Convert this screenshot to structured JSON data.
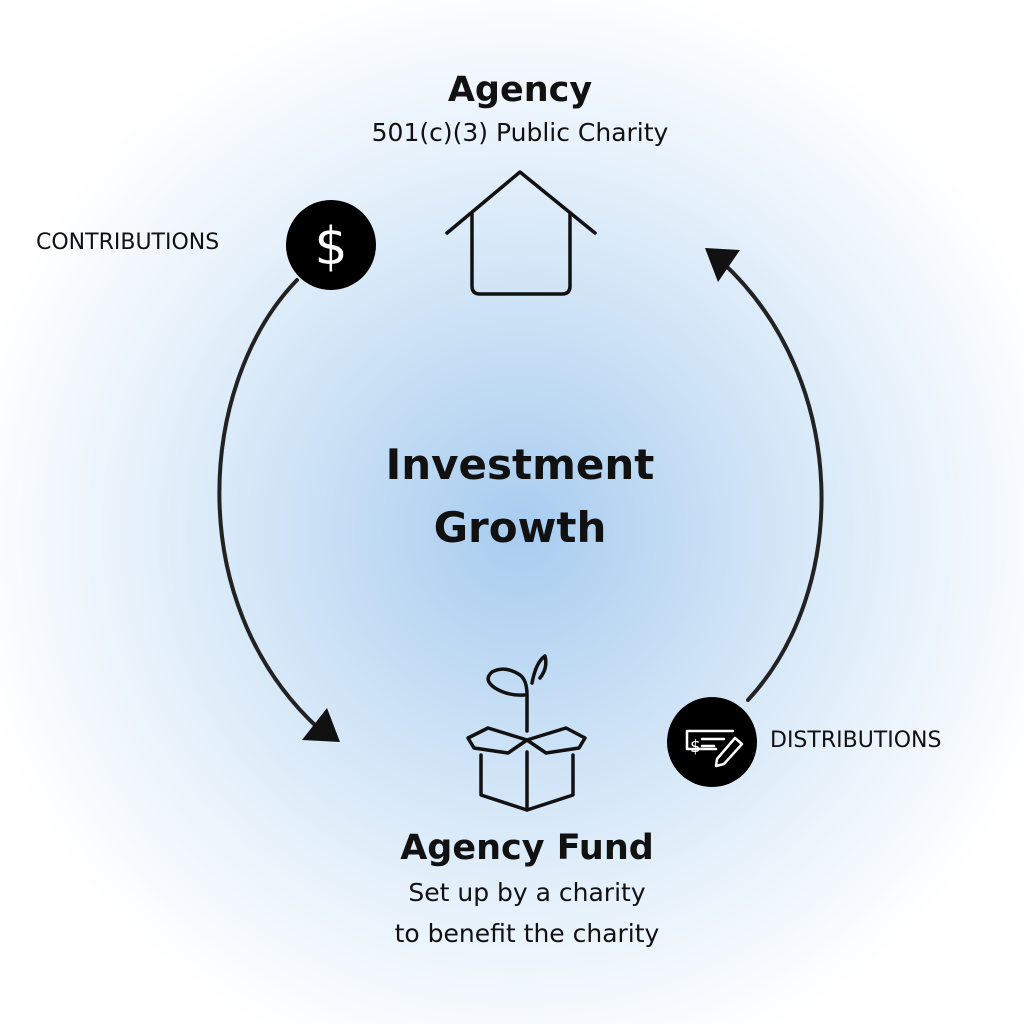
{
  "agency": {
    "title": "Agency",
    "subtitle": "501(c)(3) Public Charity"
  },
  "center": {
    "line1": "Investment",
    "line2": "Growth"
  },
  "fund": {
    "title": "Agency Fund",
    "line1": "Set up by a charity",
    "line2": "to benefit the charity"
  },
  "flows": {
    "contributions": "CONTRIBUTIONS",
    "distributions": "DISTRIBUTIONS"
  },
  "colors": {
    "ink": "#111111",
    "glow": "#a8ccef"
  }
}
